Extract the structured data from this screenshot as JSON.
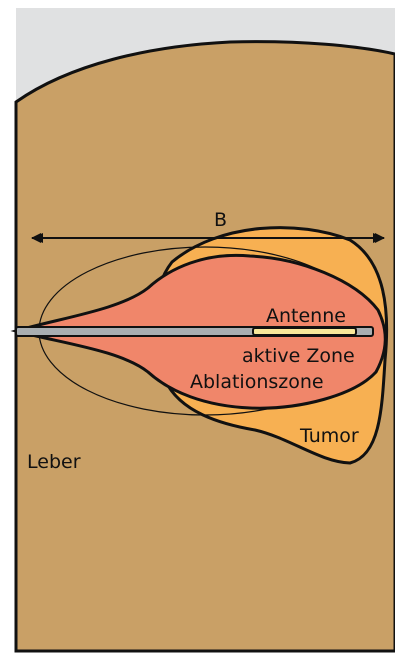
{
  "labels": {
    "width": "B",
    "antenna": "Antenne",
    "active_zone": "aktive Zone",
    "ablation_zone": "Ablationszone",
    "tumor": "Tumor",
    "liver": "Leber"
  },
  "colors": {
    "background_gray": "#e0e1e2",
    "liver": "#c9a066",
    "tumor": "#f7b052",
    "ablation_zone": "#f0866a",
    "antenna": "#a9aeb1",
    "active_zone": "#f9e89a",
    "outline": "#111111"
  },
  "icons": [
    "arrow-left-icon",
    "arrow-right-icon"
  ]
}
